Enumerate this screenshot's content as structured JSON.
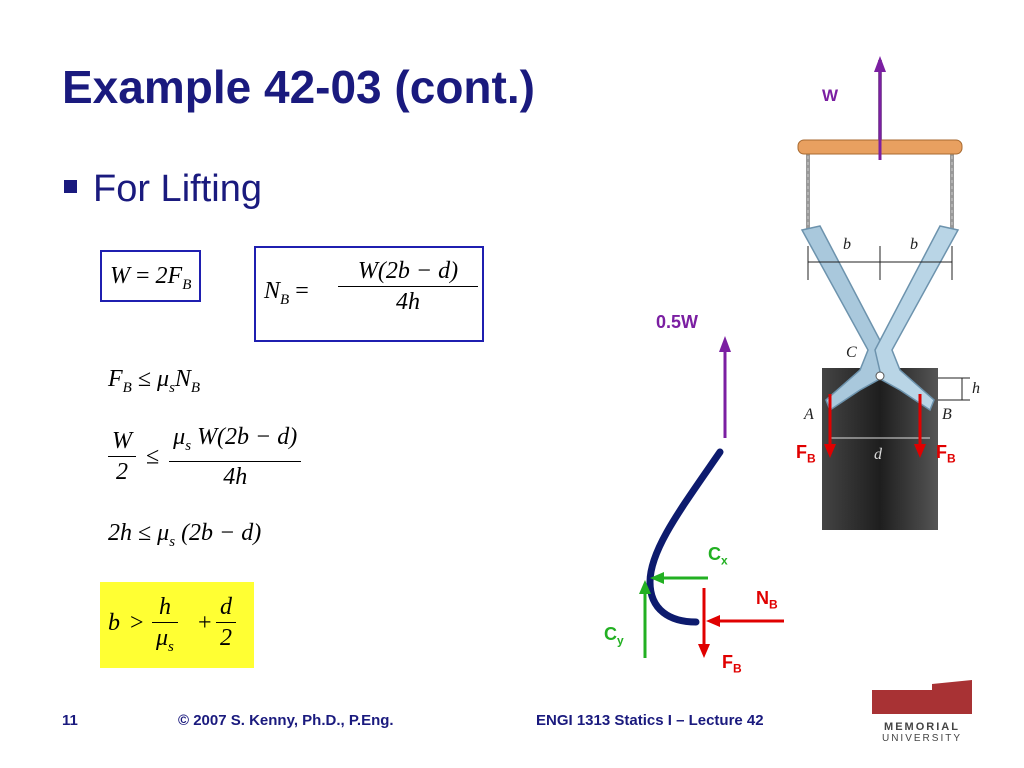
{
  "slide": {
    "title": "Example 42-03 (cont.)",
    "bullet": "For Lifting",
    "page_number": "11",
    "copyright": "© 2007 S. Kenny, Ph.D., P.Eng.",
    "course": "ENGI 1313 Statics I – Lecture 42"
  },
  "equations": {
    "eq1": {
      "lhs": "W",
      "op": "=",
      "rhs": "2F",
      "rhs_sub": "B"
    },
    "eq2": {
      "lhs": "N",
      "lhs_sub": "B",
      "op": "=",
      "num": "W(2b − d)",
      "den": "4h"
    },
    "eq3": {
      "a": "F",
      "a_sub": "B",
      "op": "≤",
      "b": "μ",
      "b_sub": "s",
      "c": "N",
      "c_sub": "B"
    },
    "eq4": {
      "l_num": "W",
      "l_den": "2",
      "op": "≤",
      "r_num_mu": "μ",
      "r_num_mu_sub": "s",
      "r_num_rest": "W(2b − d)",
      "r_den": "4h"
    },
    "eq5": {
      "lhs": "2h",
      "op": "≤",
      "mu": "μ",
      "mu_sub": "s",
      "rhs": "(2b − d)"
    },
    "eq6": {
      "lhs": "b",
      "op": ">",
      "f1_num": "h",
      "f1_den_mu": "μ",
      "f1_den_sub": "s",
      "plus": "+",
      "f2_num": "d",
      "f2_den": "2"
    }
  },
  "fbd": {
    "force_top": "0.5W",
    "cx": "C",
    "cx_sub": "x",
    "cy": "C",
    "cy_sub": "y",
    "nb": "N",
    "nb_sub": "B",
    "fb": "F",
    "fb_sub": "B"
  },
  "photo": {
    "w_label": "W",
    "fb_left": "F",
    "fb_left_sub": "B",
    "fb_right": "F",
    "fb_right_sub": "B",
    "dim_b1": "b",
    "dim_b2": "b",
    "label_c": "C",
    "label_h": "h",
    "label_a": "A",
    "label_b": "B",
    "label_d": "d"
  },
  "logo": {
    "line1": "MEMORIAL",
    "line2": "UNIVERSITY"
  },
  "colors": {
    "title": "#1a1a7e",
    "red": "#e00000",
    "green": "#22b022",
    "purple": "#7b1fa2",
    "yellow": "#ffff33",
    "box_blue": "#1f1fb0"
  }
}
